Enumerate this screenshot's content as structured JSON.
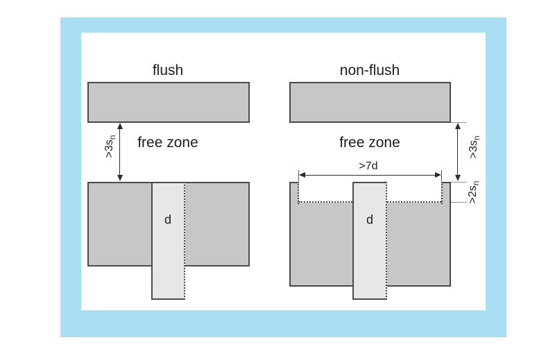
{
  "colors": {
    "frame_blue": "#a9def5",
    "object_gray": "#c7c7c7",
    "sensor_gray": "#e7e7e7",
    "outline_dark": "#4a4a4a"
  },
  "left_diagram": {
    "title": "flush",
    "free_zone_label": "free zone",
    "distance_label": {
      "main": ">3s",
      "sub": "n"
    },
    "diameter_label": "d"
  },
  "right_diagram": {
    "title": "non-flush",
    "free_zone_label": "free zone",
    "distance_label": {
      "main": ">3s",
      "sub": "n"
    },
    "recess_depth_label": {
      "main": ">2s",
      "sub": "n"
    },
    "recess_width_label": ">7d",
    "diameter_label": "d"
  }
}
